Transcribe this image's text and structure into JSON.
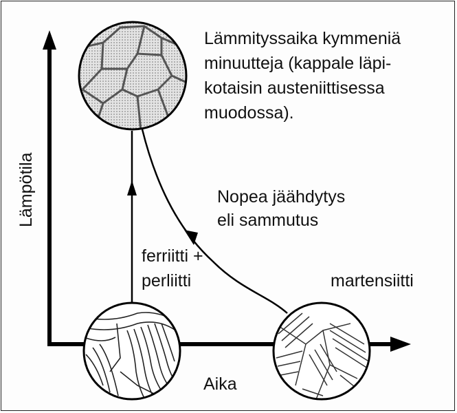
{
  "axes": {
    "y_label": "Lämpötila",
    "x_label": "Aika"
  },
  "annotations": {
    "heating_lines": [
      "Lämmityssaika kymmeniä",
      "minuutteja (kappale läpi-",
      "kotaisin austeniittisessa",
      "muodossa)."
    ],
    "quench_lines": [
      "Nopea jäähdytys",
      "eli sammutus"
    ],
    "start_lines": [
      "ferriitti +",
      "perliitti"
    ],
    "end_label": "martensiitti"
  },
  "structures": [
    "austenite-grain-circle",
    "ferrite-pearlite-circle",
    "martensite-circle"
  ]
}
